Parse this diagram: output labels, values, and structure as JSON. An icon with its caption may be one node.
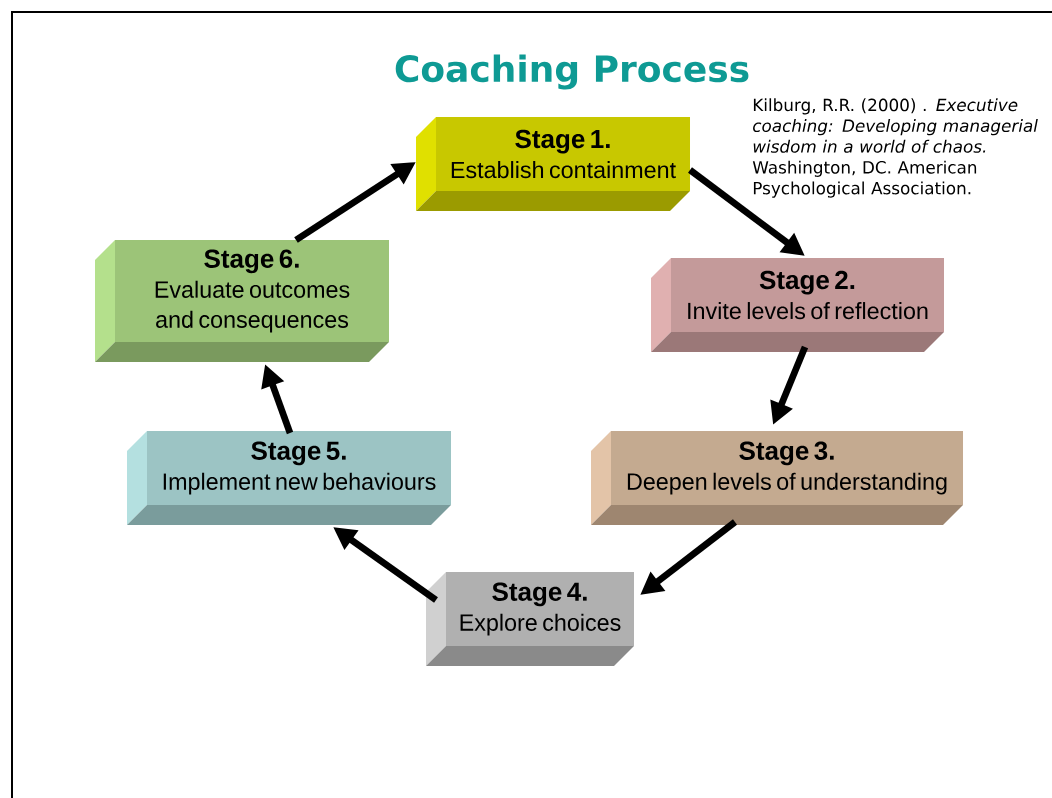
{
  "diagram": {
    "title": "Coaching Process",
    "nodes": [
      {
        "text": [
          "Stage 1.",
          "Establish containment"
        ]
      },
      {
        "text": [
          "Stage 2.",
          "Invite levels of reflection"
        ]
      },
      {
        "text": [
          "Stage 3.",
          "Deepen levels of understanding"
        ]
      },
      {
        "text": [
          "Stage 4.",
          "Explore choices"
        ]
      },
      {
        "text": [
          "Stage 5.",
          "Implement new behaviours"
        ]
      },
      {
        "text": [
          "Stage 6.",
          "Evaluate outcomes and consequences"
        ]
      }
    ],
    "edges": [
      {
        "from": 0,
        "to": 1,
        "arrow": "to"
      },
      {
        "from": 1,
        "to": 2,
        "arrow": "to"
      },
      {
        "from": 2,
        "to": 3,
        "arrow": "to"
      },
      {
        "from": 3,
        "to": 4,
        "arrow": "to"
      },
      {
        "from": 4,
        "to": 5,
        "arrow": "to"
      },
      {
        "from": 5,
        "to": 0,
        "arrow": "to"
      }
    ],
    "labels": [
      "Kilburg, R.R. (2000) . *Executive coaching: Developing managerial wisdom in a world of chaos.* Washington, DC. American Psychological Association."
    ]
  }
}
